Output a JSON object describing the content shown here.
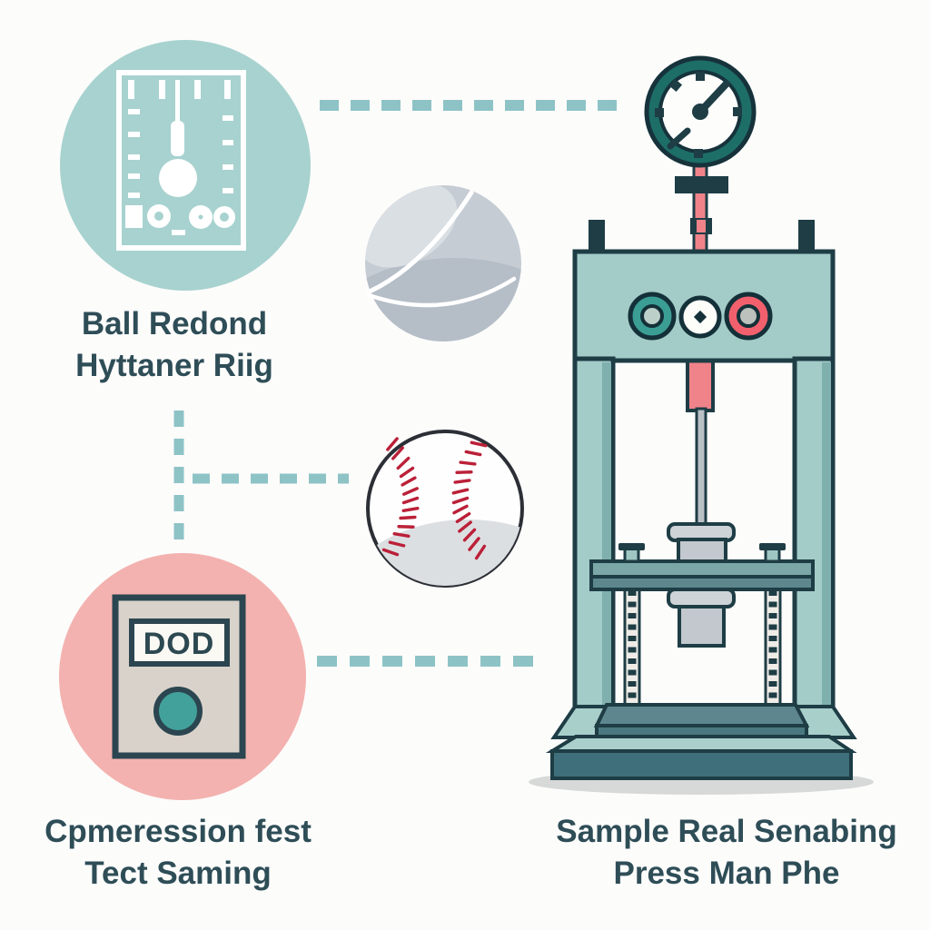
{
  "captions": {
    "rebound_rig": {
      "line1": "Ball Redond",
      "line2": "Hyttaner Riig"
    },
    "compression": {
      "line1": "Cpmeression fest",
      "line2": "Tect Saming"
    },
    "press": {
      "line1": "Sample Real Senabing",
      "line2": "Press Man Phe"
    }
  },
  "device": {
    "display_text": "DOD"
  },
  "icons": {
    "rebound_tester_badge": "pendulum-drop-panel-icon",
    "compression_device_badge": "display-meter-with-button-icon",
    "pressure_gauge": "analog-dial-gauge-icon",
    "gray_ball": "plain-gray-ball",
    "baseball": "stitched-baseball",
    "press_machine": "compression-test-press"
  },
  "colors": {
    "background": "#fcfcfb",
    "teal_badge": "#a7d2cf",
    "pink_badge": "#f3b2af",
    "connector_dash": "#8ec3c6",
    "outline_dark": "#1e3d45",
    "machine_body": "#a3cbc8",
    "machine_base_front": "#3e6f7a",
    "platform_slate": "#5d868e",
    "accent_pink_rod": "#f0838a",
    "knob_red": "#f2606e",
    "knob_teal": "#3b9e94",
    "gauge_ring": "#1d6e67",
    "ram_gray": "#c7cdd2",
    "stitch_red": "#bb2038",
    "caption_text": "#2e4d57",
    "device_body": "#d9d2ca",
    "device_display": "#fbf9f4",
    "device_button": "#42a19b",
    "ball_gray": "#c5ccd3"
  }
}
